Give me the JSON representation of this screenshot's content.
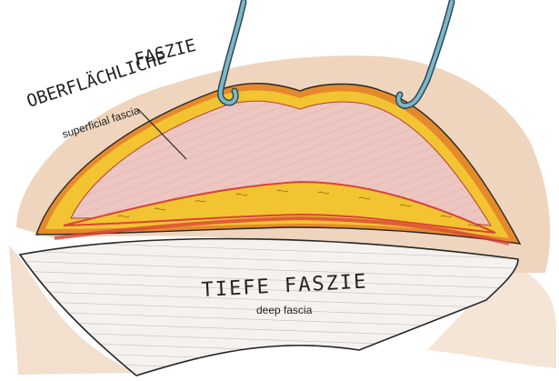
{
  "labels": {
    "upper_german": [
      "OBERFLÄCHLICHE",
      "FASZIE"
    ],
    "upper_english": "superficial fascia",
    "lower_german": "TIEFE FASZIE",
    "lower_english": "deep fascia"
  },
  "colors": {
    "background": "#ffffff",
    "skin_wash": "#e9c7a7",
    "fascia_yellow": "#f2c431",
    "fascia_orange": "#e58a2c",
    "fascia_red": "#d9433a",
    "fat_pink": "#edc6c1",
    "deep_fascia": "#f4f1ef",
    "retractor_blue": "#7fb6c8",
    "ink": "#232323"
  },
  "icons": [
    "retractor-hook-left",
    "retractor-hook-right"
  ]
}
